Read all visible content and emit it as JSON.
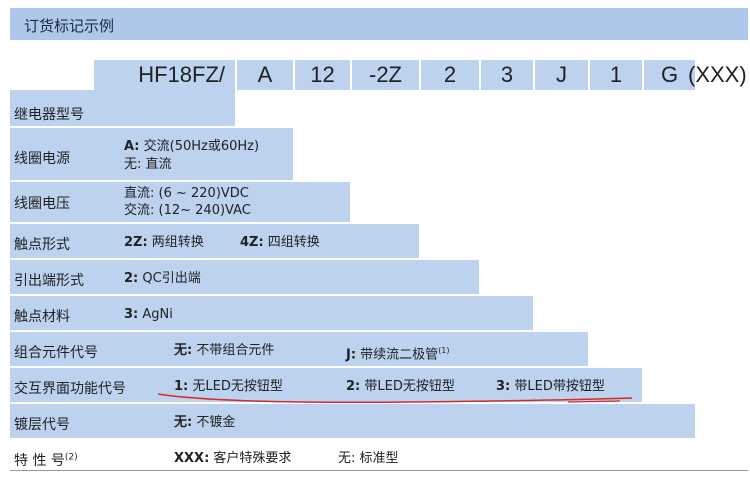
{
  "title": "订货标记示例",
  "codes": [
    "HF18FZ/",
    "A",
    "12",
    "-2Z",
    "2",
    "3",
    "J",
    "1",
    "G"
  ],
  "suffix": "(XXX)",
  "rows": [
    {
      "label": "继电器型号",
      "items": []
    },
    {
      "label": "线圈电源",
      "items": [
        {
          "key": "A:",
          "text": " 交流(50Hz或60Hz)"
        },
        {
          "key": "",
          "text": "无: 直流"
        }
      ]
    },
    {
      "label": "线圈电压",
      "items": [
        {
          "key": "",
          "text": "直流: (6 ~ 220)VDC"
        },
        {
          "key": "",
          "text": "交流: (12~ 240)VAC"
        }
      ]
    },
    {
      "label": "触点形式",
      "items": [
        {
          "key": "2Z:",
          "text": " 两组转换"
        },
        {
          "key": "4Z:",
          "text": " 四组转换"
        }
      ]
    },
    {
      "label": "引出端形式",
      "items": [
        {
          "key": "2:",
          "text": " QC引出端"
        }
      ]
    },
    {
      "label": "触点材料",
      "items": [
        {
          "key": "3:",
          "text": " AgNi"
        }
      ]
    },
    {
      "label": "组合元件代号",
      "items": [
        {
          "key": "无:",
          "text": " 不带组合元件"
        },
        {
          "key": "J:",
          "text": " 带续流二极管",
          "sup": "(1)"
        }
      ]
    },
    {
      "label": "交互界面功能代号",
      "items": [
        {
          "key": "1:",
          "text": " 无LED无按钮型"
        },
        {
          "key": "2:",
          "text": " 带LED无按钮型"
        },
        {
          "key": "3:",
          "text": " 带LED带按钮型"
        }
      ]
    },
    {
      "label": "镀层代号",
      "items": [
        {
          "key": "无:",
          "text": " 不镀金"
        }
      ]
    },
    {
      "label": "特 性 号",
      "sup": "(2)",
      "items": [
        {
          "key": "XXX:",
          "text": " 客户特殊要求"
        },
        {
          "key": "",
          "text": "无: 标准型"
        }
      ]
    }
  ],
  "colors": {
    "title_bg": "#aec8ec",
    "box_bg": "#bcd2ef",
    "underline": "#d42a2a"
  }
}
